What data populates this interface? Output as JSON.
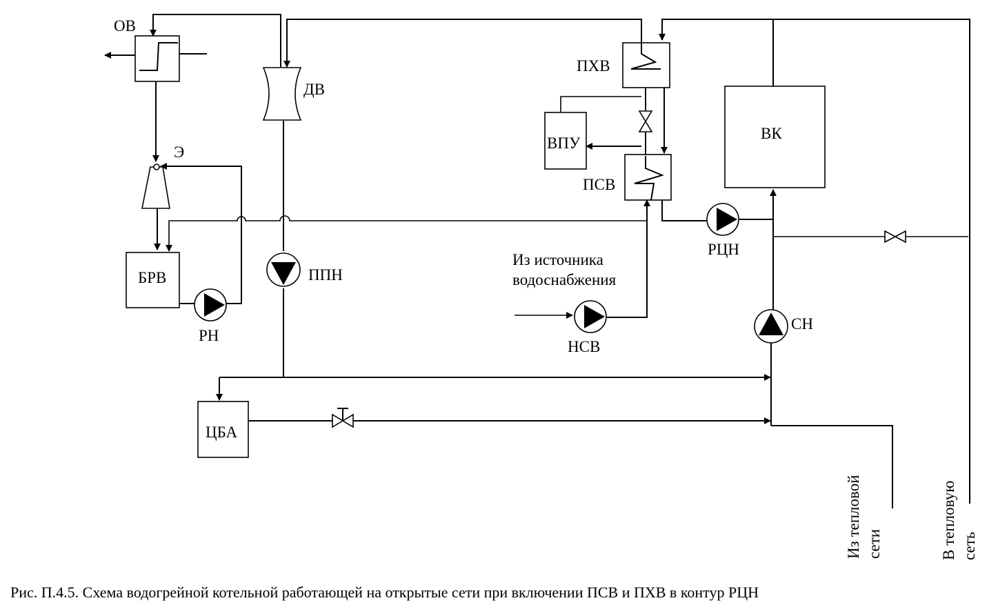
{
  "labels": {
    "ov": "ОВ",
    "dv": "ДВ",
    "phv": "ПХВ",
    "vpu": "ВПУ",
    "psv": "ПСВ",
    "vk": "ВК",
    "e": "Э",
    "brv": "БРВ",
    "rn": "РН",
    "ppn": "ППН",
    "rcn": "РЦН",
    "nsv": "НСВ",
    "sn": "СН",
    "cba": "ЦБА",
    "source_line1": "Из источника",
    "source_line2": "водоснабжения",
    "from_net_line1": "Из тепловой",
    "from_net_line2": "сети",
    "to_net_line1": "В тепловую",
    "to_net_line2": "сеть"
  },
  "caption": "Рис. П.4.5. Схема  водогрейной котельной работающей на открытые сети при включении ПСВ и ПХВ в контур РЦН"
}
